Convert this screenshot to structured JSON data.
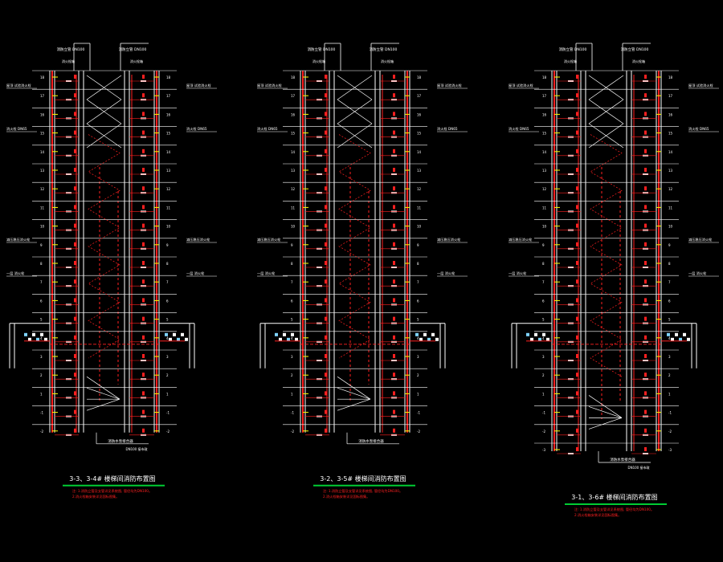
{
  "colors": {
    "background": "#000000",
    "structure": "#ffffff",
    "pipe": "#ff2020",
    "anno": "#ffff00",
    "title_underline": "#00cc33"
  },
  "drawings": [
    {
      "caption": "3-3、3-4# 楼梯间消防布置图",
      "note1": "注: 1.消防立管及支管详见系统图, 管径均为DN100。",
      "note2": "2.消火栓箱安装详见国标图集。",
      "bottom_label": "消防水泵接合器",
      "bottom_sub": "DN100 接市政",
      "floors": [
        "18",
        "17",
        "16",
        "15",
        "14",
        "13",
        "12",
        "11",
        "10",
        "9",
        "8",
        "7",
        "6",
        "5",
        "4",
        "3",
        "2",
        "1",
        "-1",
        "-2"
      ]
    },
    {
      "caption": "3-2、3-5# 楼梯间消防布置图",
      "note1": "注: 1.消防立管及支管详见系统图, 管径均为DN100。",
      "note2": "2.消火栓箱安装详见国标图集。",
      "bottom_label": "消防水泵接合器",
      "bottom_sub": "",
      "floors": [
        "18",
        "17",
        "16",
        "15",
        "14",
        "13",
        "12",
        "11",
        "10",
        "9",
        "8",
        "7",
        "6",
        "5",
        "4",
        "3",
        "2",
        "1",
        "-1",
        "-2"
      ]
    },
    {
      "caption": "3-1、3-6# 楼梯间消防布置图",
      "note1": "注: 1.消防立管及支管详见系统图, 管径均为DN100。",
      "note2": "2.消火栓箱安装详见国标图集。",
      "bottom_label": "消防水泵接合器",
      "bottom_sub": "DN100 接市政",
      "floors": [
        "18",
        "17",
        "16",
        "15",
        "14",
        "13",
        "12",
        "11",
        "10",
        "9",
        "8",
        "7",
        "6",
        "5",
        "4",
        "3",
        "2",
        "1",
        "-1",
        "-2",
        "-3"
      ]
    }
  ],
  "labels": {
    "top_left": "消防立管 DN100",
    "top_right": "消防立管 DN100",
    "hydrant": "消火栓箱",
    "side_left_1": "屋顶 试验消火栓",
    "side_right_1": "屋顶 试验消火栓",
    "side_left_2": "消火栓 DN65",
    "side_right_2": "消火栓 DN65",
    "side_left_3": "减压稳压消火栓",
    "side_right_3": "减压稳压消火栓",
    "side_left_4": "一层 消火栓",
    "side_right_4": "一层 消火栓"
  }
}
